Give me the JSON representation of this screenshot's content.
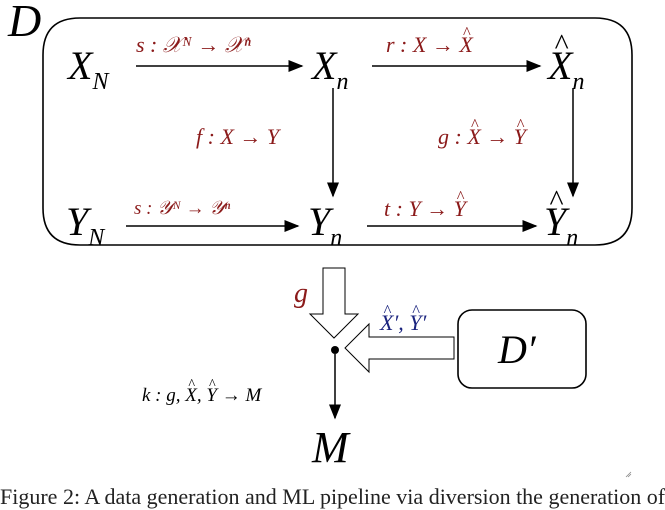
{
  "diagram": {
    "outer_box_label": "D",
    "nodes": {
      "x_N": {
        "base": "X",
        "sub": "N"
      },
      "x_n": {
        "base": "X",
        "sub": "n"
      },
      "xhat_n": {
        "base": "X",
        "sub": "n",
        "hat": true
      },
      "y_N": {
        "base": "Y",
        "sub": "N"
      },
      "y_n": {
        "base": "Y",
        "sub": "n"
      },
      "yhat_n": {
        "base": "Y",
        "sub": "n",
        "hat": true
      },
      "m": {
        "base": "M"
      },
      "d_prime": {
        "label": "D′"
      }
    },
    "edges": {
      "s_x": {
        "label": "s : 𝒳ᴺ → 𝒳ⁿ",
        "from": "X_N",
        "to": "X_n"
      },
      "r": {
        "label_pre": "r : X → ",
        "label_hat": "X",
        "from": "X_n",
        "to": "X̂_n"
      },
      "f": {
        "label": "f : X → Y",
        "from": "X_n",
        "to": "Y_n"
      },
      "g": {
        "label_pre": "g : ",
        "label_hat1": "X",
        "label_mid": " → ",
        "label_hat2": "Y",
        "from": "X̂_n",
        "to": "Ŷ_n"
      },
      "s_y": {
        "label": "s : 𝒴ᴺ → 𝒴ⁿ",
        "from": "Y_N",
        "to": "Y_n"
      },
      "t": {
        "label_pre": "t : Y → ",
        "label_hat": "Y",
        "from": "Y_n",
        "to": "Ŷ_n"
      },
      "g_in": {
        "label": "g"
      },
      "dprime_in": {
        "hat1": "X",
        "sep": "′, ",
        "hat2": "Y",
        "suffix": "′"
      },
      "k": {
        "pre": "k : g, ",
        "hat1": "X",
        "sep": ", ",
        "hat2": "Y",
        "post": " → M"
      }
    },
    "colors": {
      "function_label": "#8b1a1a",
      "dprime_label": "#1a237e",
      "lines": "#000000"
    }
  },
  "caption": "Figure 2: A data generation and ML pipeline via diversion the generation of"
}
